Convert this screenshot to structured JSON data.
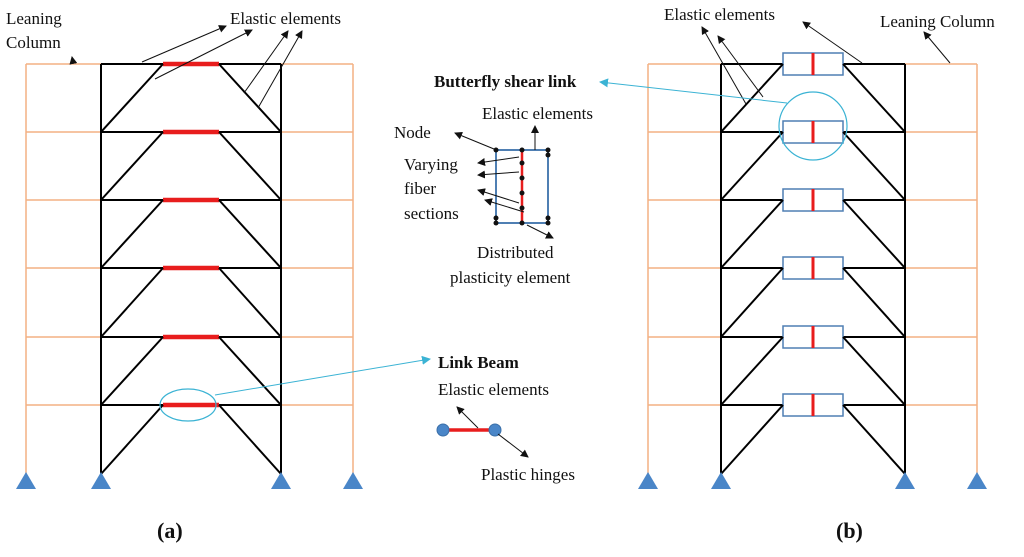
{
  "colors": {
    "frame": "#000000",
    "leaning": "#f4b183",
    "link": "#e81d1d",
    "support": "#4a86c8",
    "callout": "#3bb3d4",
    "box": "#4f7fb3",
    "node": "#111111"
  },
  "panel_a": {
    "caption": "(a)",
    "labels": {
      "leaning_column": [
        "Leaning",
        "Column"
      ],
      "elastic_elements": "Elastic elements"
    },
    "stories": 6,
    "link_type": "link-beam"
  },
  "panel_b": {
    "caption": "(b)",
    "labels": {
      "leaning_column": "Leaning Column",
      "elastic_elements": "Elastic elements"
    },
    "stories": 6,
    "link_type": "butterfly-shear-link"
  },
  "detail_butterfly": {
    "title": "Butterfly shear link",
    "elastic": "Elastic elements",
    "node": "Node",
    "varying": [
      "Varying",
      "fiber",
      "sections"
    ],
    "distributed": [
      "Distributed",
      "plasticity element"
    ]
  },
  "detail_linkbeam": {
    "title": "Link Beam",
    "elastic": "Elastic elements",
    "hinges": "Plastic hinges"
  }
}
